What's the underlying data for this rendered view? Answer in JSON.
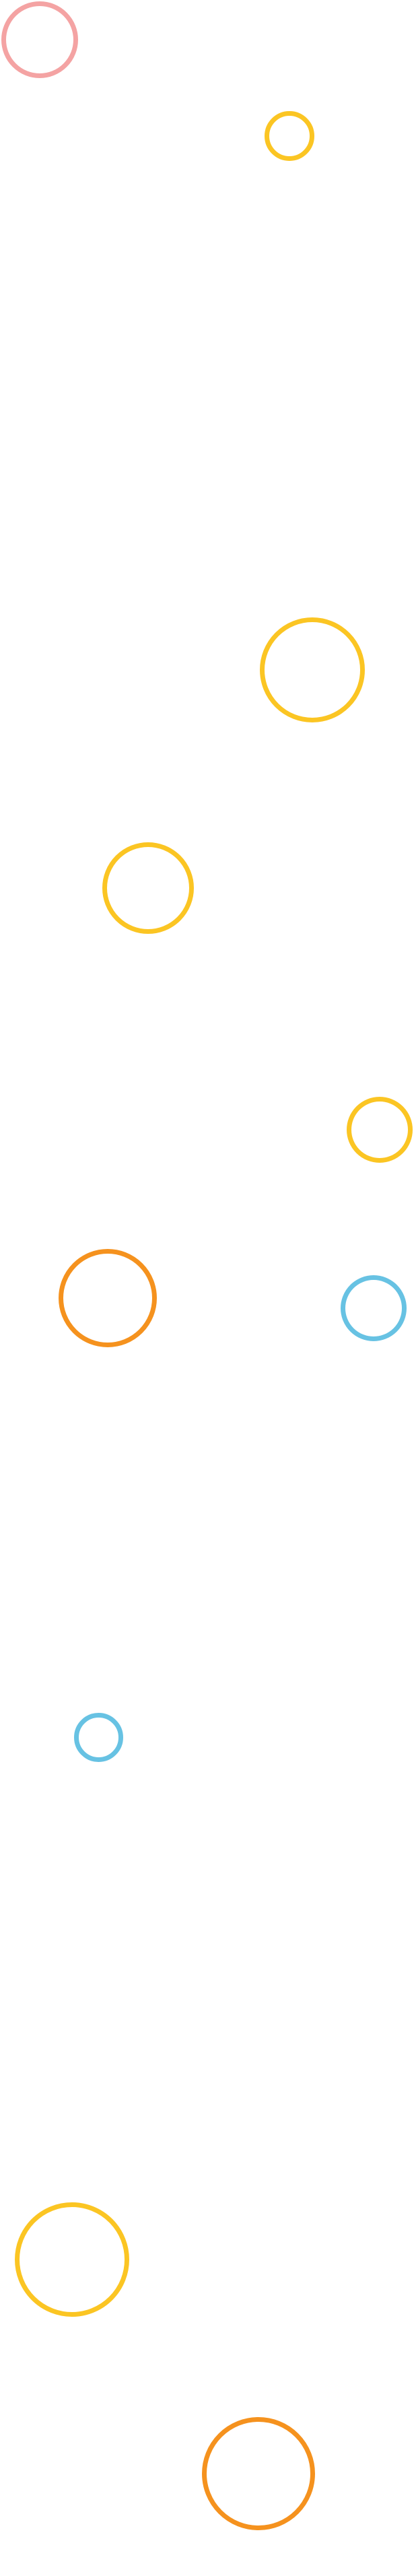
{
  "palette": {
    "background": "#ffffff",
    "pink": "#f4a3a3",
    "yellow": "#fbc523",
    "orange": "#f5921e",
    "blue": "#67c2e3"
  },
  "rings": [
    {
      "id": "r1",
      "color": "#f4a3a3"
    },
    {
      "id": "r2",
      "color": "#fbc523"
    },
    {
      "id": "r3",
      "color": "#fbc523"
    },
    {
      "id": "r4",
      "color": "#fbc523"
    },
    {
      "id": "r5",
      "color": "#fbc523"
    },
    {
      "id": "r6",
      "color": "#f5921e"
    },
    {
      "id": "r7",
      "color": "#67c2e3"
    },
    {
      "id": "r8",
      "color": "#67c2e3"
    },
    {
      "id": "r9",
      "color": "#fbc523"
    },
    {
      "id": "r10",
      "color": "#f5921e"
    }
  ]
}
